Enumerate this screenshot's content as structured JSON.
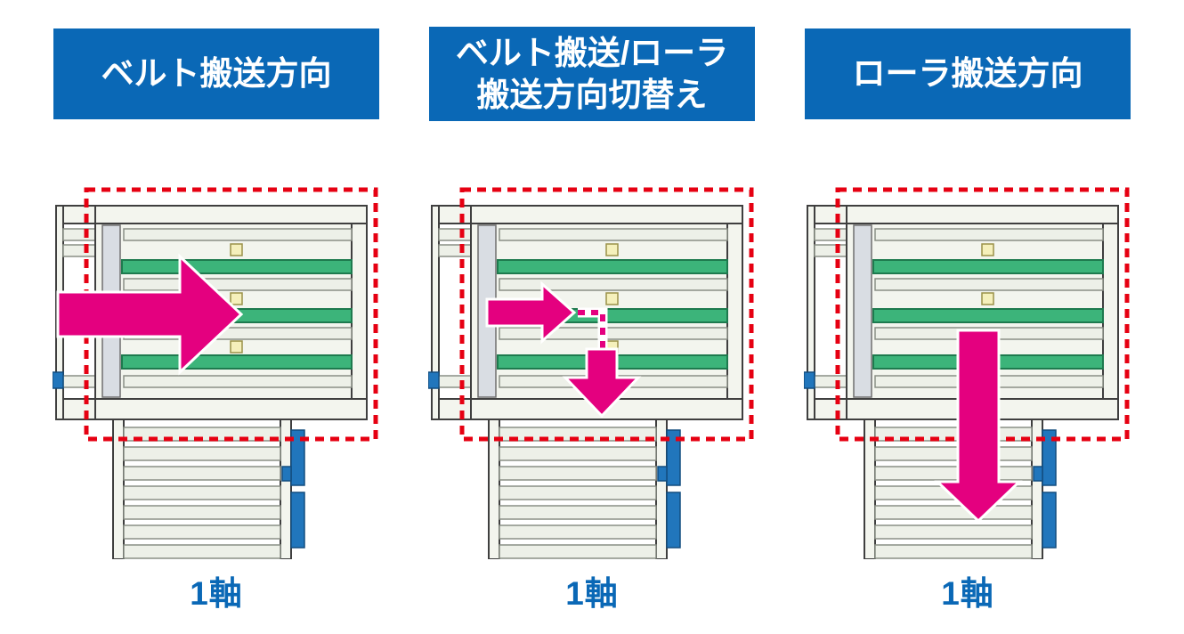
{
  "colors": {
    "header-bg": "#0a68b6",
    "header-text": "#ffffff",
    "axis-text": "#0a68b6",
    "arrow-pink": "#e4007f",
    "belt-green": "#3cb47a",
    "belt-green-border": "#1e7a4e",
    "dashed-red": "#e60012",
    "frame-fill": "#f3f5ee",
    "frame-stroke": "#3f3f3f",
    "roller-fill": "#edf0e8",
    "roller-stroke": "#8a8f85",
    "strip-fill": "#d9dde3",
    "strip-stroke": "#6f6f6f",
    "pad-yellow": "#f5f0bb",
    "pad-stroke": "#9a9148",
    "part-blue": "#2176bc",
    "part-blue-stroke": "#124d7e"
  },
  "panels": [
    {
      "id": "belt",
      "title_lines": [
        "ベルト搬送方向"
      ],
      "arrow_direction": "right",
      "axis_label": "1軸"
    },
    {
      "id": "switch",
      "title_lines": [
        "ベルト搬送/ローラ",
        "搬送方向切替え"
      ],
      "arrow_direction": "right-then-down",
      "axis_label": "1軸"
    },
    {
      "id": "roller",
      "title_lines": [
        "ローラ搬送方向"
      ],
      "arrow_direction": "down",
      "axis_label": "1軸"
    }
  ]
}
